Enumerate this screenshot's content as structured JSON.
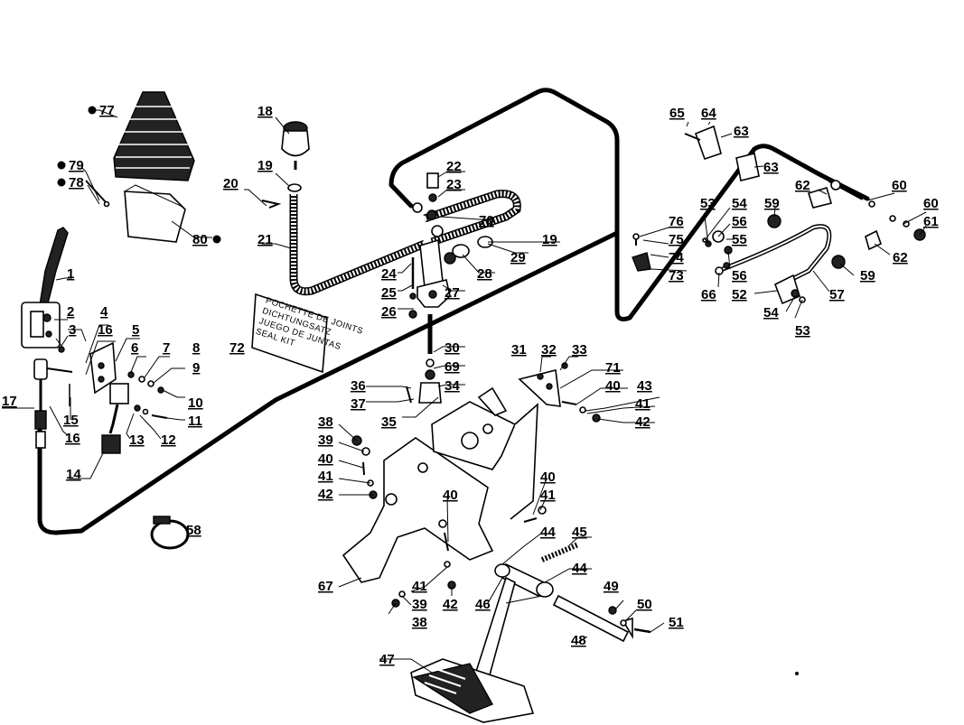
{
  "labels": {
    "p1": "1",
    "p2": "2",
    "p3": "3",
    "p4": "4",
    "p5": "5",
    "p6": "6",
    "p7": "7",
    "p8": "8",
    "p9": "9",
    "p10": "10",
    "p11": "11",
    "p12": "12",
    "p13": "13",
    "p14": "14",
    "p15": "15",
    "p16a": "16",
    "p16b": "16",
    "p17": "17",
    "p18": "18",
    "p19a": "19",
    "p19b": "19",
    "p20": "20",
    "p21": "21",
    "p22": "22",
    "p23": "23",
    "p24": "24",
    "p25": "25",
    "p26": "26",
    "p27": "27",
    "p28": "28",
    "p29": "29",
    "p30": "30",
    "p31": "31",
    "p32": "32",
    "p33": "33",
    "p34": "34",
    "p35": "35",
    "p36": "36",
    "p37": "37",
    "p38a": "38",
    "p38b": "38",
    "p39a": "39",
    "p39b": "39",
    "p40a": "40",
    "p40b": "40",
    "p40c": "40",
    "p40d": "40",
    "p41a": "41",
    "p41b": "41",
    "p41c": "41",
    "p41d": "41",
    "p42a": "42",
    "p42b": "42",
    "p42c": "42",
    "p43": "43",
    "p44a": "44",
    "p44b": "44",
    "p45": "45",
    "p46": "46",
    "p47": "47",
    "p48": "48",
    "p49": "49",
    "p50": "50",
    "p51": "51",
    "p52": "52",
    "p53a": "53",
    "p53b": "53",
    "p54a": "54",
    "p54b": "54",
    "p55": "55",
    "p56a": "56",
    "p56b": "56",
    "p57": "57",
    "p58": "58",
    "p59a": "59",
    "p59b": "59",
    "p60a": "60",
    "p60b": "60",
    "p61": "61",
    "p62a": "62",
    "p62b": "62",
    "p63a": "63",
    "p63b": "63",
    "p64": "64",
    "p65": "65",
    "p66": "66",
    "p67": "67",
    "p69": "69",
    "p70": "70",
    "p71": "71",
    "p72": "72",
    "p73": "73",
    "p74": "74",
    "p75": "75",
    "p76": "76",
    "p77": "77",
    "p78": "78",
    "p79": "79",
    "p80": "80"
  },
  "seal_kit": {
    "line1": "POCHETTE DE JOINTS",
    "line2": "DICHTUNGSATZ",
    "line3": "JUEGO DE JUNTAS",
    "line4": "SEAL KIT"
  }
}
